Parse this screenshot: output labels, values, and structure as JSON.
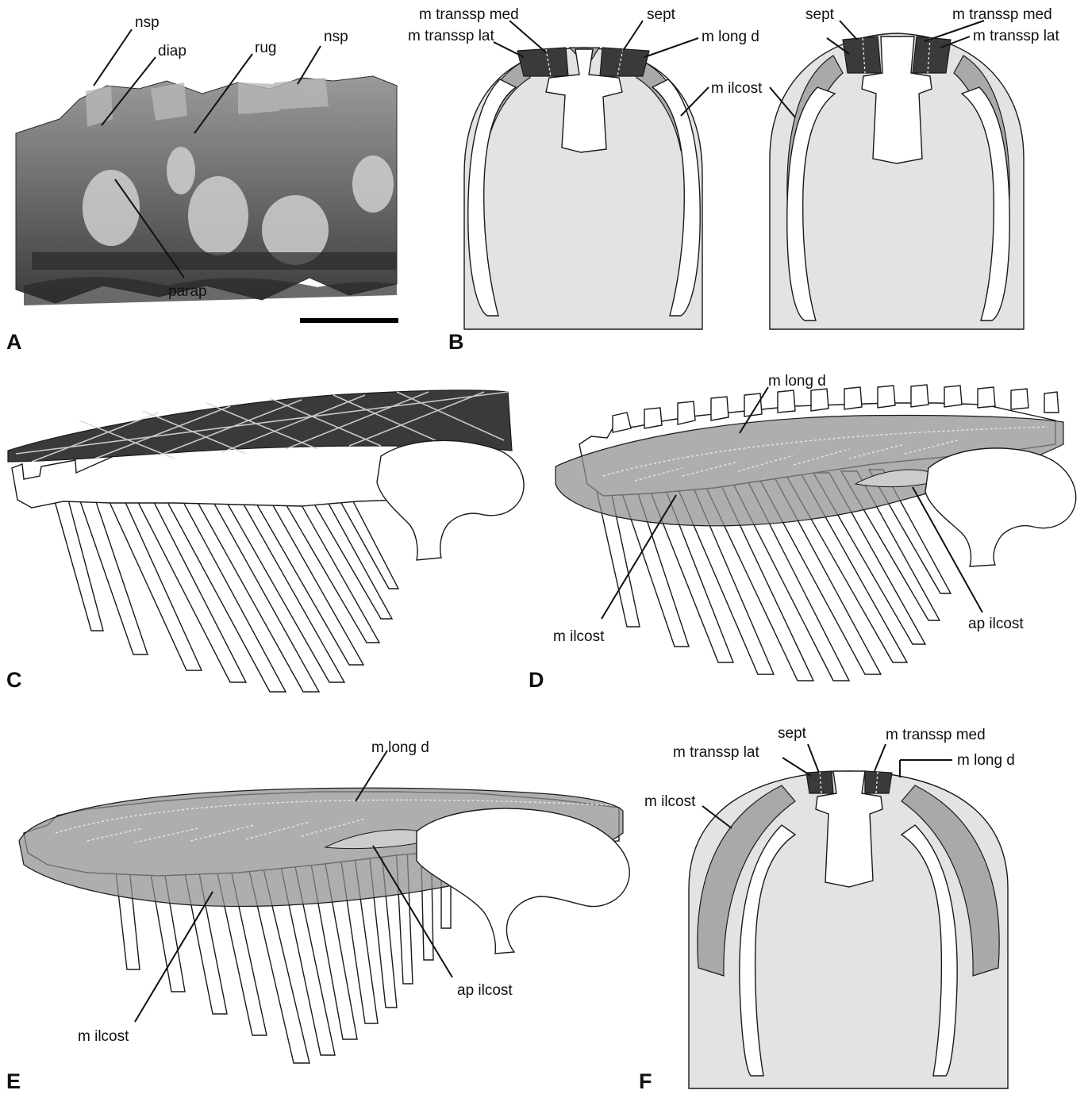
{
  "panels": {
    "A": {
      "letter": "A",
      "labels": {
        "nsp_1": "nsp",
        "diap": "diap",
        "rug": "rug",
        "nsp_2": "nsp",
        "parap": "parap"
      }
    },
    "B": {
      "letter": "B",
      "left": {
        "transsp_med": "m transsp med",
        "transsp_lat": "m transsp lat",
        "sept": "sept",
        "long_d": "m long d",
        "ilcost": "m ilcost"
      },
      "right": {
        "sept": "sept",
        "transsp_med": "m transsp med",
        "transsp_lat": "m transsp lat"
      }
    },
    "C": {
      "letter": "C"
    },
    "D": {
      "letter": "D",
      "labels": {
        "long_d": "m long d",
        "ilcost": "m ilcost",
        "ap_ilcost": "ap ilcost"
      }
    },
    "E": {
      "letter": "E",
      "labels": {
        "long_d": "m long d",
        "ap_ilcost": "ap ilcost",
        "ilcost": "m ilcost"
      }
    },
    "F": {
      "letter": "F",
      "labels": {
        "sept": "sept",
        "transsp_med": "m transsp med",
        "transsp_lat": "m transsp lat",
        "long_d": "m long d",
        "ilcost": "m ilcost"
      }
    }
  },
  "colors": {
    "dark_muscle": "#3a3a3a",
    "mid_muscle": "#a9a9a9",
    "body_fill": "#e3e3e3",
    "sheet_muscle": "#8f8f8f"
  }
}
